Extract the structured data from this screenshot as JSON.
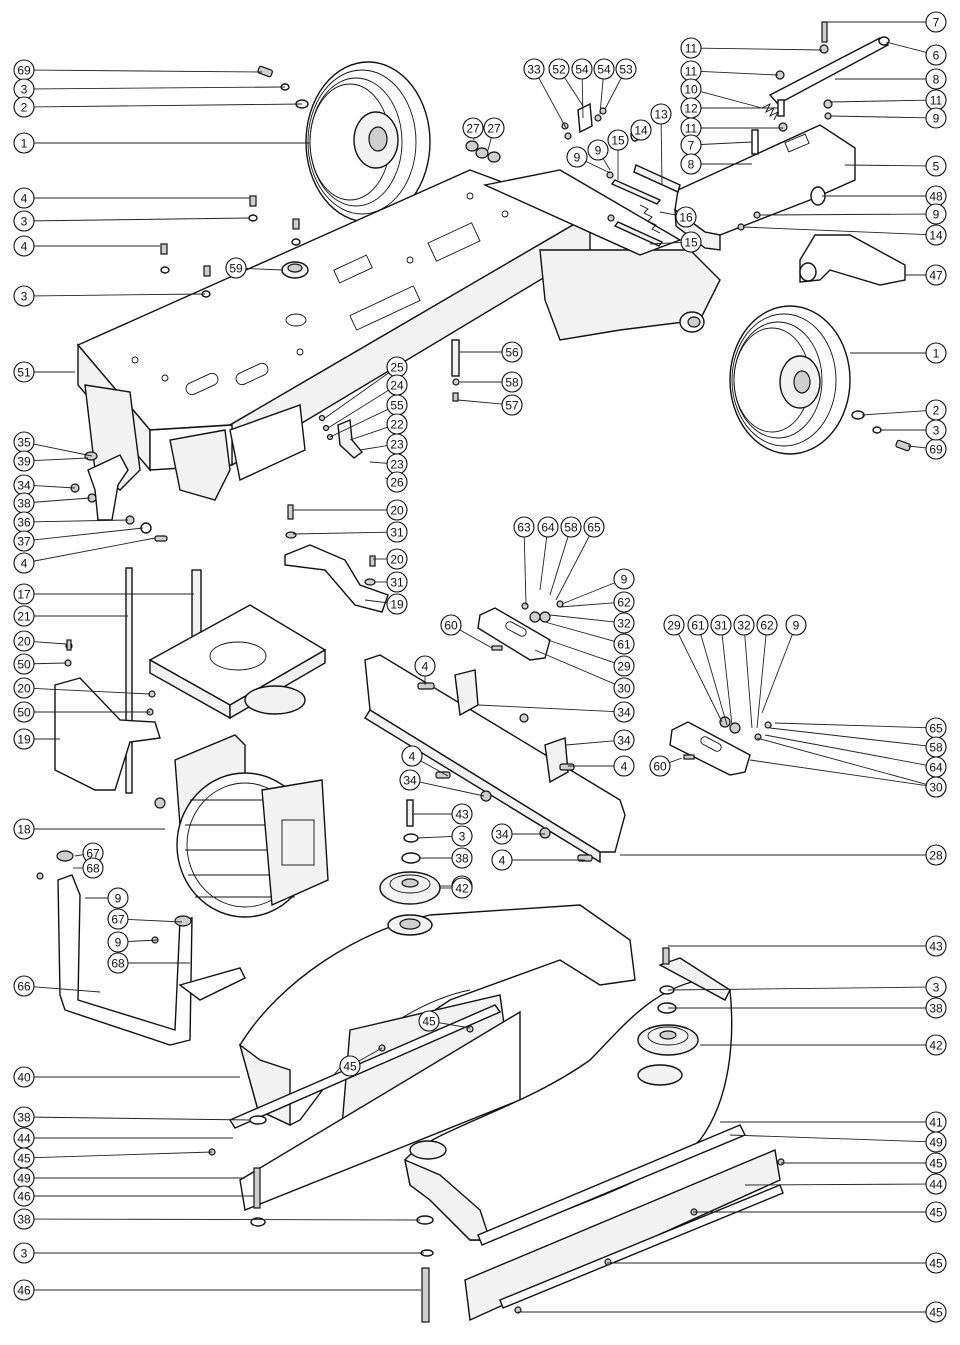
{
  "diagram": {
    "kind": "exploded parts drawing",
    "callouts": [
      {
        "label": "1"
      },
      {
        "label": "2"
      },
      {
        "label": "3"
      },
      {
        "label": "4"
      },
      {
        "label": "5"
      },
      {
        "label": "6"
      },
      {
        "label": "7"
      },
      {
        "label": "8"
      },
      {
        "label": "9"
      },
      {
        "label": "10"
      },
      {
        "label": "11"
      },
      {
        "label": "12"
      },
      {
        "label": "13"
      },
      {
        "label": "14"
      },
      {
        "label": "15"
      },
      {
        "label": "16"
      },
      {
        "label": "17"
      },
      {
        "label": "18"
      },
      {
        "label": "19"
      },
      {
        "label": "20"
      },
      {
        "label": "21"
      },
      {
        "label": "22"
      },
      {
        "label": "23"
      },
      {
        "label": "24"
      },
      {
        "label": "25"
      },
      {
        "label": "26"
      },
      {
        "label": "27"
      },
      {
        "label": "28"
      },
      {
        "label": "29"
      },
      {
        "label": "30"
      },
      {
        "label": "31"
      },
      {
        "label": "32"
      },
      {
        "label": "33"
      },
      {
        "label": "34"
      },
      {
        "label": "35"
      },
      {
        "label": "36"
      },
      {
        "label": "37"
      },
      {
        "label": "38"
      },
      {
        "label": "39"
      },
      {
        "label": "40"
      },
      {
        "label": "41"
      },
      {
        "label": "42"
      },
      {
        "label": "43"
      },
      {
        "label": "44"
      },
      {
        "label": "45"
      },
      {
        "label": "46"
      },
      {
        "label": "47"
      },
      {
        "label": "48"
      },
      {
        "label": "49"
      },
      {
        "label": "50"
      },
      {
        "label": "51"
      },
      {
        "label": "52"
      },
      {
        "label": "53"
      },
      {
        "label": "54"
      },
      {
        "label": "55"
      },
      {
        "label": "56"
      },
      {
        "label": "57"
      },
      {
        "label": "58"
      },
      {
        "label": "59"
      },
      {
        "label": "60"
      },
      {
        "label": "61"
      },
      {
        "label": "62"
      },
      {
        "label": "63"
      },
      {
        "label": "64"
      },
      {
        "label": "65"
      },
      {
        "label": "66"
      },
      {
        "label": "67"
      },
      {
        "label": "68"
      },
      {
        "label": "69"
      }
    ]
  }
}
